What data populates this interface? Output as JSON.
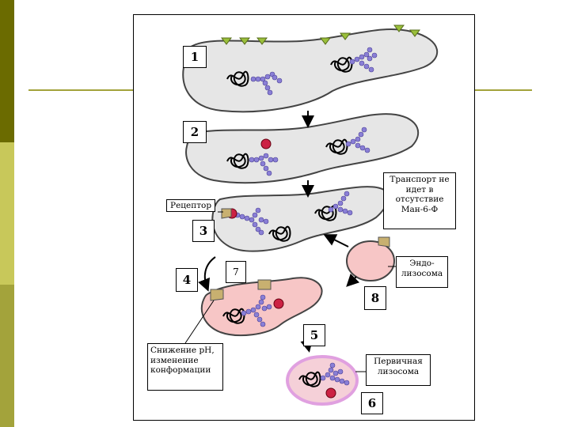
{
  "colors": {
    "strip_dark": "#6b6b00",
    "strip_light": "#c8c85a",
    "rule": "#a3a33b",
    "compartment_gray": "#e6e6e6",
    "endosome_pink": "#f7c6c6",
    "lysosome_pink": "#f5d0d8",
    "lysosome_border": "#e0a0e0",
    "enzyme_bead": "#8a7fd6",
    "receptor": "#c8b070",
    "marker_red": "#cc2244",
    "enzyme_green": "#9abf3a"
  },
  "steps": {
    "s1": "1",
    "s2": "2",
    "s3": "3",
    "s4": "4",
    "s5": "5",
    "s6": "6",
    "s7": "7",
    "s8": "8"
  },
  "labels": {
    "receptor": "Рецептор",
    "no_transport": "Транспорт не идет в отсутствие Ман-6-Ф",
    "endolysosome": "Эндо- лизосома",
    "ph_drop": "Снижение pH, изменение конформации",
    "primary_lysosome": "Первичная лизосома"
  },
  "icons": {
    "enzyme": "enzyme-chain-icon",
    "receptor": "receptor-icon",
    "marker": "mannose-6-phosphate-icon",
    "arrow": "arrow-icon"
  }
}
